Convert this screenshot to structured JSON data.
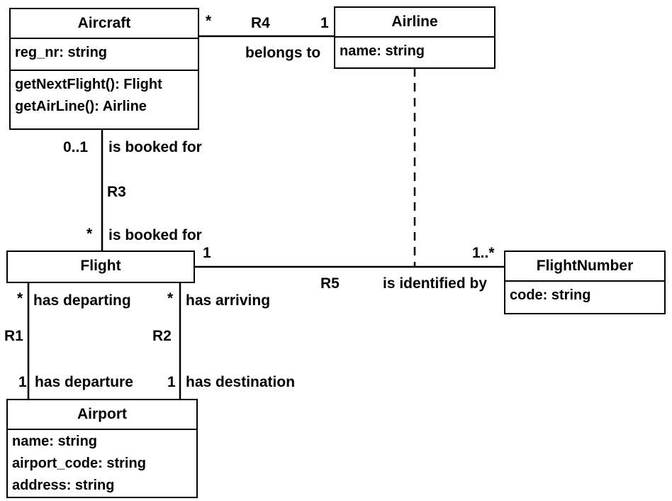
{
  "classes": {
    "aircraft": {
      "name": "Aircraft",
      "attributes": [
        "reg_nr: string"
      ],
      "operations": [
        "getNextFlight(): Flight",
        "getAirLine(): Airline"
      ]
    },
    "airline": {
      "name": "Airline",
      "attributes": [
        "name: string"
      ]
    },
    "flight": {
      "name": "Flight"
    },
    "flightnumber": {
      "name": "FlightNumber",
      "attributes": [
        "code: string"
      ]
    },
    "airport": {
      "name": "Airport",
      "attributes": [
        "name: string",
        "airport_code: string",
        "address: string"
      ]
    }
  },
  "associations": {
    "r4": {
      "name": "R4",
      "mult_aircraft": "*",
      "mult_airline": "1",
      "role": "belongs to"
    },
    "r3": {
      "name": "R3",
      "mult_aircraft": "0..1",
      "mult_flight": "*",
      "role_aircraft": "is booked for",
      "role_flight": "is booked for"
    },
    "r5": {
      "name": "R5",
      "mult_flight": "1",
      "mult_flightnumber": "1..*",
      "role": "is identified by"
    },
    "r1": {
      "name": "R1",
      "mult_flight": "*",
      "mult_airport": "1",
      "role_flight": "has departing",
      "role_airport": "has departure"
    },
    "r2": {
      "name": "R2",
      "mult_flight": "*",
      "mult_airport": "1",
      "role_flight": "has arriving",
      "role_airport": "has destination"
    }
  }
}
